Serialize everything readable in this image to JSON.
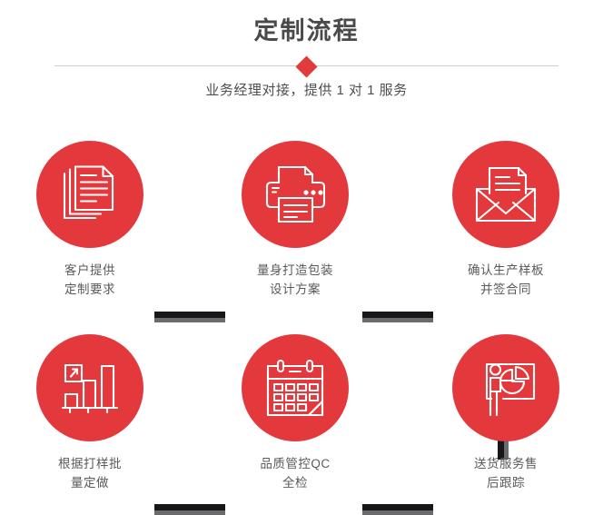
{
  "header": {
    "title": "定制流程",
    "subtitle": "业务经理对接，提供 1 对 1 服务",
    "diamond_color": "#e23b3b",
    "divider_color": "#cfcfcf",
    "title_color": "#4a4a4a"
  },
  "theme": {
    "circle_color": "#e3393c",
    "connector_color": "#17171a",
    "connector_shadow_color": "#6b6b6d",
    "label_color": "#5a5a5a",
    "background": "#ffffff"
  },
  "steps": [
    {
      "index": 1,
      "icon": "documents-stack-icon",
      "label": "客户提供\n定制要求"
    },
    {
      "index": 2,
      "icon": "printer-icon",
      "label": "量身打造包装\n设计方案"
    },
    {
      "index": 3,
      "icon": "envelope-document-icon",
      "label": "确认生产样板\n并签合同"
    },
    {
      "index": 4,
      "icon": "bar-chart-growth-icon",
      "label": "根据打样批\n量定做"
    },
    {
      "index": 5,
      "icon": "calendar-icon",
      "label": "品质管控QC\n全检"
    },
    {
      "index": 6,
      "icon": "presentation-pie-chart-icon",
      "label": "送货服务售\n后跟踪"
    }
  ],
  "connectors": [
    {
      "name": "step1-to-step2",
      "orientation": "horizontal"
    },
    {
      "name": "step2-to-step3",
      "orientation": "horizontal"
    },
    {
      "name": "step3-to-step6",
      "orientation": "vertical"
    },
    {
      "name": "step4-to-step5",
      "orientation": "horizontal"
    },
    {
      "name": "step5-to-step6",
      "orientation": "horizontal"
    }
  ]
}
